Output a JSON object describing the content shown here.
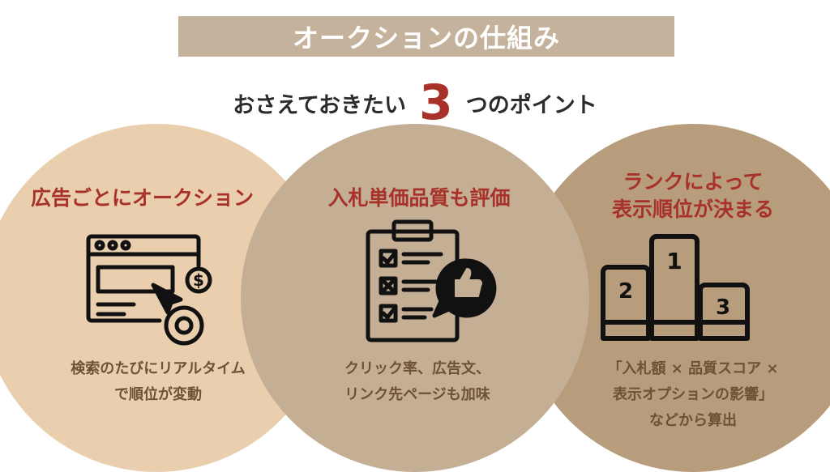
{
  "title": "オークションの仕組み",
  "subtitle": {
    "before": "おさえておきたい",
    "number": "3",
    "after": "つのポイント"
  },
  "points": [
    {
      "heading": "広告ごとにオークション",
      "desc_lines": [
        "検索のたびにリアルタイム",
        "で順位が変動"
      ],
      "icon": "browser-click-gear-dollar-icon"
    },
    {
      "heading": "入札単価品質も評価",
      "desc_lines": [
        "クリック率、広告文、",
        "リンク先ページも加味"
      ],
      "icon": "clipboard-checklist-thumbs-up-icon"
    },
    {
      "heading_lines": [
        "ランクによって",
        "表示順位が決まる"
      ],
      "desc_lines": [
        "「入札額 × 品質スコア ×",
        "表示オプションの影響」",
        "などから算出"
      ],
      "icon": "podium-icon",
      "podium_labels": [
        "1",
        "2",
        "3"
      ]
    }
  ],
  "colors": {
    "accent": "#a8322a",
    "circle1": "#e9cfae",
    "circle2": "#c4ae94",
    "circle3": "#b89d7c",
    "title_bar": "#c4b29c",
    "desc_text": "#6e5236"
  }
}
